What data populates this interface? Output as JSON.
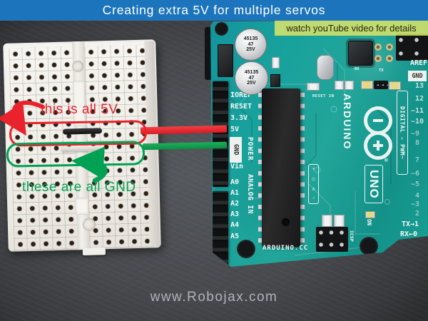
{
  "title": {
    "text": "Creating extra 5V for multiple servos",
    "bg_color": "#1c75bc"
  },
  "youtube_label": {
    "text": "watch youTube video for details",
    "bg_color": "#e3e766"
  },
  "watermark": {
    "text": "www.Robojax.com"
  },
  "annotations": {
    "five_v": {
      "text": "this is all 5V",
      "color": "#e8232b"
    },
    "gnd": {
      "text": "these are all GND",
      "color": "#00a152"
    },
    "wire_red_color": "#e31e25",
    "wire_green_color": "#0f9b4c"
  },
  "arduino": {
    "pcb_color": "#18a29c",
    "left_pins": [
      "IOREF",
      "RESET",
      "3.3V",
      "5V",
      "GND",
      "Vin"
    ],
    "power_label": "POWER",
    "analog_label": "ANALOG IN",
    "analog_pins": [
      "A0",
      "A1",
      "A2",
      "A3",
      "A4",
      "A5"
    ],
    "footer": "ARDUINO.CC",
    "brand": "ARDUINO",
    "registered": "®",
    "model": "UNO",
    "digital_box_label": "DIGITAL - PWM~",
    "aref_label": "AREF",
    "gnd_top_label": "GND",
    "digital_pins": [
      "13",
      "12",
      "~11",
      "~10",
      "~9",
      "8",
      "7",
      "~6",
      "~5",
      "4",
      "~3",
      "2"
    ],
    "tx_pin_label": "TX→1",
    "rx_pin_label": "RX←0",
    "cap_lines": [
      "45135",
      "47",
      "25V"
    ],
    "reset_text": "RESET IN",
    "icsp_label": "ICSP",
    "on_label": "ON",
    "rx_small": "RX",
    "tx_small": "TX",
    "symbols": [
      "+",
      "◇",
      "∧",
      "−"
    ]
  }
}
